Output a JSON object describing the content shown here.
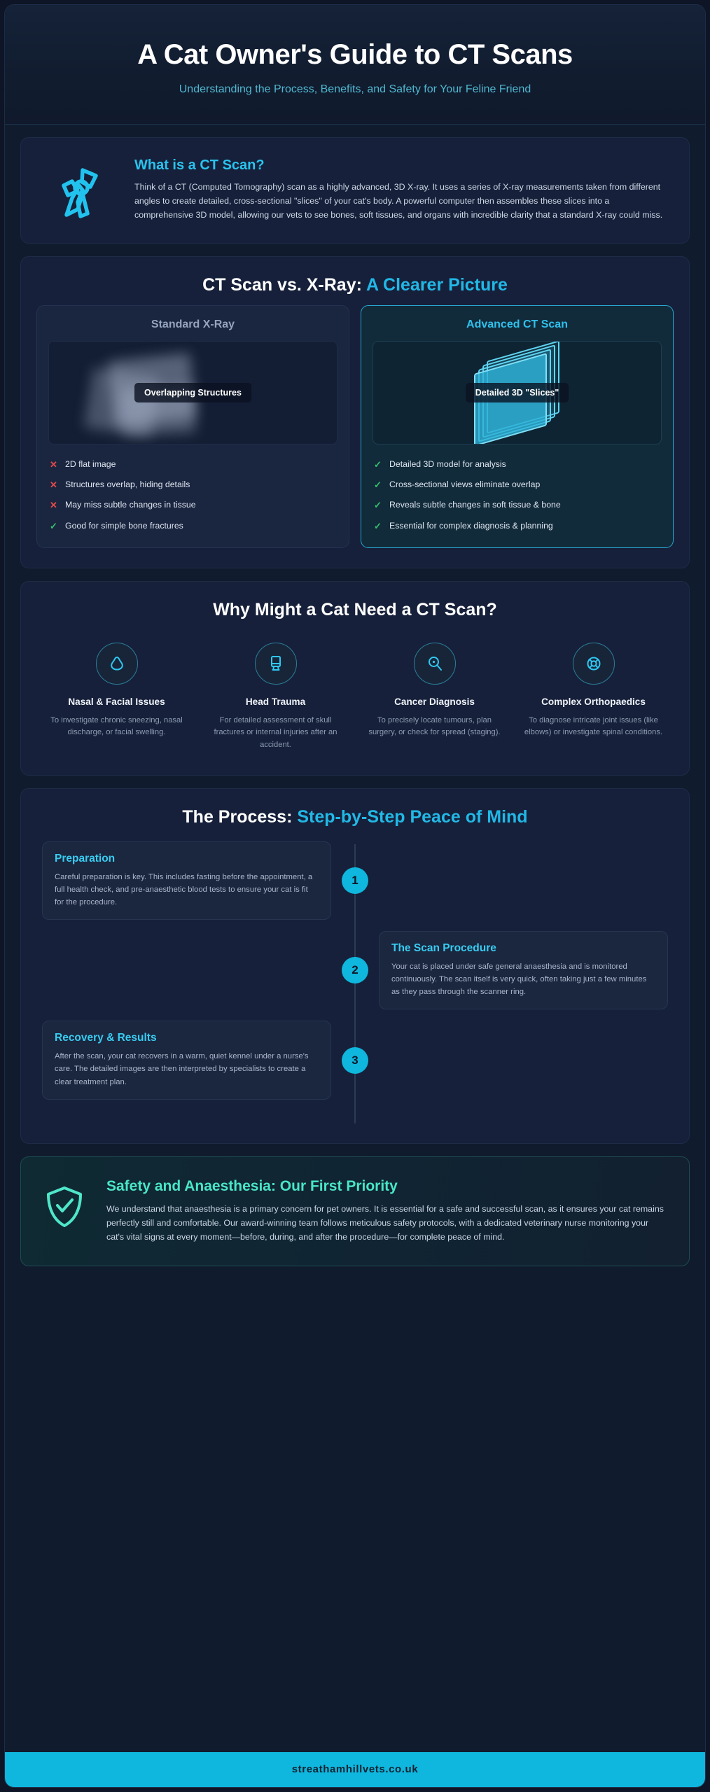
{
  "header": {
    "title": "A Cat Owner's Guide to CT Scans",
    "subtitle": "Understanding the Process, Benefits, and Safety for Your Feline Friend"
  },
  "what_is": {
    "icon": "cat-scanner-icon",
    "heading": "What is a CT Scan?",
    "paragraph": "Think of a CT (Computed Tomography) scan as a highly advanced, 3D X-ray. It uses a series of X-ray measurements taken from different angles to create detailed, cross-sectional \"slices\" of your cat's body. A powerful computer then assembles these slices into a comprehensive 3D model, allowing our vets to see bones, soft tissues, and organs with incredible clarity that a standard X-ray could miss."
  },
  "comparison": {
    "title_plain": "CT Scan vs. X-Ray: ",
    "title_accent": "A Clearer Picture",
    "xray": {
      "heading": "Standard X-Ray",
      "viz_label": "Overlapping Structures",
      "bullets": [
        {
          "mark": "no",
          "text": "2D flat image"
        },
        {
          "mark": "no",
          "text": "Structures overlap, hiding details"
        },
        {
          "mark": "no",
          "text": "May miss subtle changes in tissue"
        },
        {
          "mark": "yes",
          "text": "Good for simple bone fractures"
        }
      ]
    },
    "ct": {
      "heading": "Advanced CT Scan",
      "viz_label": "Detailed 3D \"Slices\"",
      "bullets": [
        {
          "mark": "yes",
          "text": "Detailed 3D model for analysis"
        },
        {
          "mark": "yes",
          "text": "Cross-sectional views eliminate overlap"
        },
        {
          "mark": "yes",
          "text": "Reveals subtle changes in soft tissue & bone"
        },
        {
          "mark": "yes",
          "text": "Essential for complex diagnosis & planning"
        }
      ]
    }
  },
  "reasons": {
    "title": "Why Might a Cat Need a CT Scan?",
    "items": [
      {
        "icon": "nose-icon",
        "title": "Nasal & Facial Issues",
        "desc": "To investigate chronic sneezing, nasal discharge, or facial swelling."
      },
      {
        "icon": "head-scan-icon",
        "title": "Head Trauma",
        "desc": "For detailed assessment of skull fractures or internal injuries after an accident."
      },
      {
        "icon": "magnifier-cell-icon",
        "title": "Cancer Diagnosis",
        "desc": "To precisely locate tumours, plan surgery, or check for spread (staging)."
      },
      {
        "icon": "joint-icon",
        "title": "Complex Orthopaedics",
        "desc": "To diagnose intricate joint issues (like elbows) or investigate spinal conditions."
      }
    ]
  },
  "process": {
    "title_plain": "The Process: ",
    "title_accent": "Step-by-Step Peace of Mind",
    "steps": [
      {
        "number": "1",
        "side": "left",
        "title": "Preparation",
        "desc": "Careful preparation is key. This includes fasting before the appointment, a full health check, and pre-anaesthetic blood tests to ensure your cat is fit for the procedure."
      },
      {
        "number": "2",
        "side": "right",
        "title": "The Scan Procedure",
        "desc": "Your cat is placed under safe general anaesthesia and is monitored continuously. The scan itself is very quick, often taking just a few minutes as they pass through the scanner ring."
      },
      {
        "number": "3",
        "side": "left",
        "title": "Recovery & Results",
        "desc": "After the scan, your cat recovers in a warm, quiet kennel under a nurse's care. The detailed images are then interpreted by specialists to create a clear treatment plan."
      }
    ]
  },
  "safety": {
    "icon": "shield-check-icon",
    "heading": "Safety and Anaesthesia: Our First Priority",
    "paragraph": "We understand that anaesthesia is a primary concern for pet owners. It is essential for a safe and successful scan, as it ensures your cat remains perfectly still and comfortable. Our award-winning team follows meticulous safety protocols, with a dedicated veterinary nurse monitoring your cat's vital signs at every moment—before, during, and after the procedure—for complete peace of mind."
  },
  "footer": {
    "website": "streathamhillvets.co.uk"
  },
  "colors": {
    "accent_cyan": "#22b8e6",
    "accent_bright": "#0fb6dd",
    "accent_mint": "#49e6c8",
    "bad_red": "#e24b4b",
    "good_green": "#35c26a",
    "background": "#101b2e"
  }
}
